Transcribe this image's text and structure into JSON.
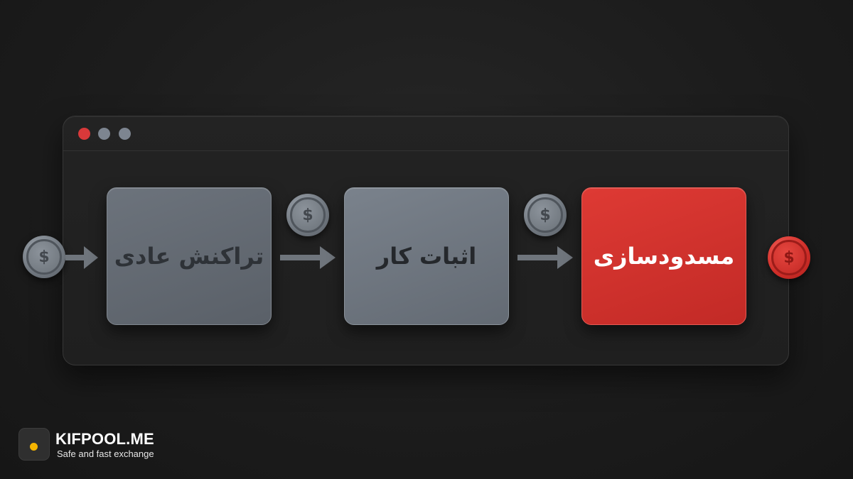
{
  "window": {
    "controls": [
      "close",
      "minimize",
      "maximize"
    ]
  },
  "flow": {
    "steps": [
      {
        "label": "تراکنش عادی",
        "color": "#6c737c"
      },
      {
        "label": "اثبات کار",
        "color": "#7a828c"
      },
      {
        "label": "مسدودسازی",
        "color": "#d8332e"
      }
    ],
    "coin_symbol": "$",
    "coins": [
      {
        "icon": "dollar-coin-icon",
        "color": "gray"
      },
      {
        "icon": "dollar-coin-icon",
        "color": "gray"
      },
      {
        "icon": "dollar-coin-icon",
        "color": "gray"
      },
      {
        "icon": "dollar-coin-icon",
        "color": "red"
      }
    ],
    "arrows": 3
  },
  "brand": {
    "name": "KIFPOOL.ME",
    "tagline": "Safe and fast exchange",
    "accent": "#f4b400"
  }
}
